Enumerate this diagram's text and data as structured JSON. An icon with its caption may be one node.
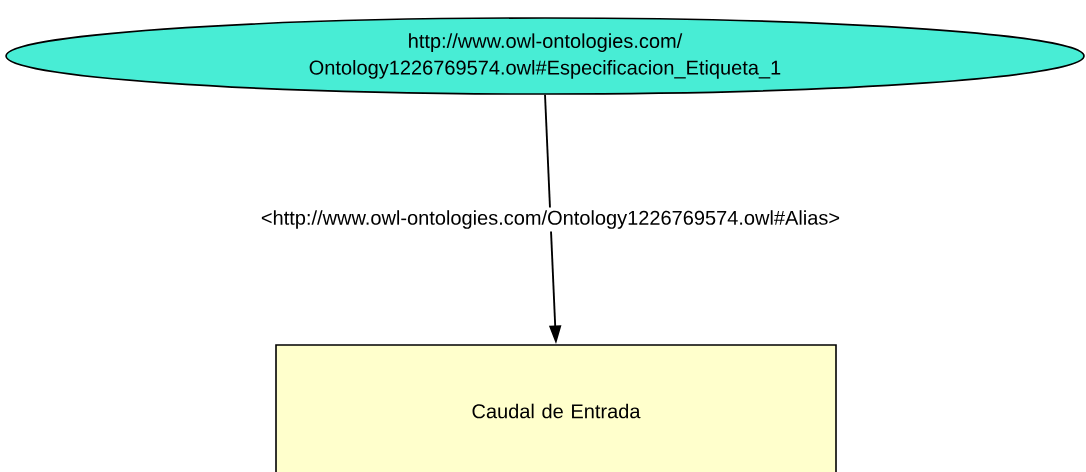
{
  "diagram": {
    "nodes": [
      {
        "text": [
          "http://www.owl-ontologies.com/ Ontology1226769574.owl#Especificacion_Etiqueta_1"
        ]
      },
      {
        "text": [
          "Caudal de Entrada"
        ]
      }
    ],
    "edges": [
      {
        "from": 0,
        "to": 1,
        "arrow": "to",
        "label": "<http://www.owl-ontologies.com/Ontology1226769574.owl#Alias>"
      }
    ]
  }
}
